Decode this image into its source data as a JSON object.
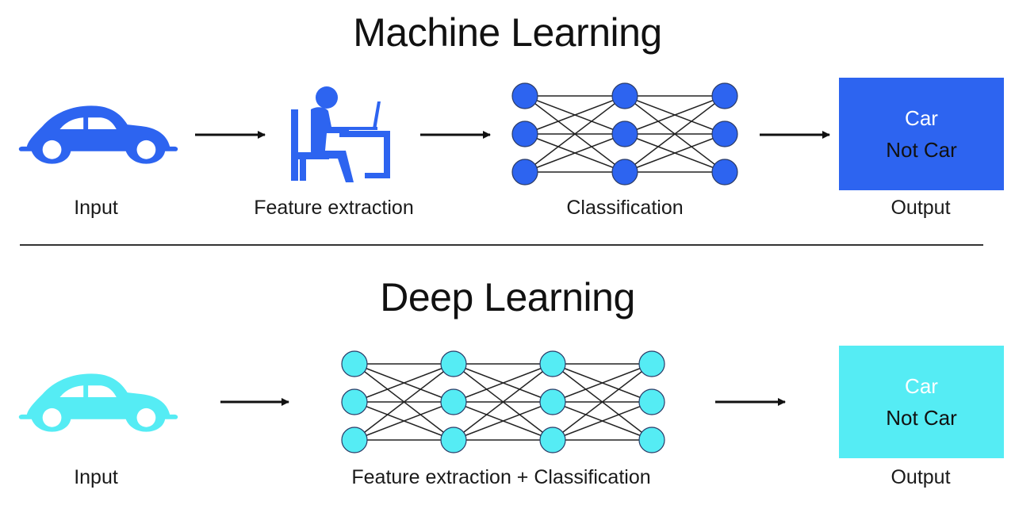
{
  "colors": {
    "ml_accent": "#2d64f0",
    "dl_accent": "#55ecf4",
    "edge": "#222222",
    "box_text_light": "#ffffff",
    "box_text_dark": "#111111"
  },
  "machine_learning": {
    "title": "Machine Learning",
    "steps": [
      {
        "label": "Input",
        "icon": "car-icon"
      },
      {
        "label": "Feature extraction",
        "icon": "person-at-computer-icon"
      },
      {
        "label": "Classification",
        "icon": "neural-network-icon"
      },
      {
        "label": "Output",
        "icon": "output-box"
      }
    ],
    "network_layers": [
      3,
      3,
      3
    ],
    "output_options": [
      "Car",
      "Not Car"
    ]
  },
  "deep_learning": {
    "title": "Deep Learning",
    "steps": [
      {
        "label": "Input",
        "icon": "car-icon"
      },
      {
        "label": "Feature extraction + Classification",
        "icon": "neural-network-icon"
      },
      {
        "label": "Output",
        "icon": "output-box"
      }
    ],
    "network_layers": [
      3,
      3,
      3,
      3
    ],
    "output_options": [
      "Car",
      "Not Car"
    ]
  }
}
